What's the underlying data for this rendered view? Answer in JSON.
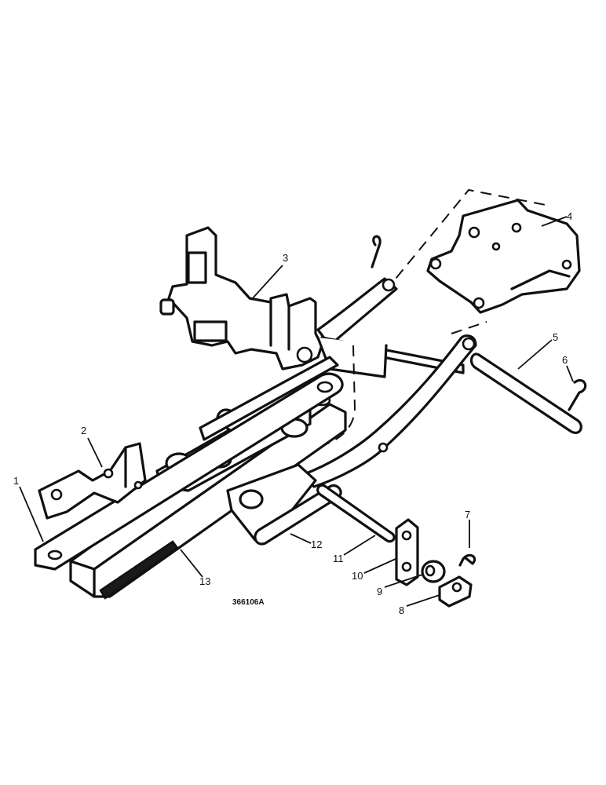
{
  "diagram": {
    "drawing_number": "366106A",
    "callouts": [
      "1",
      "2",
      "3",
      "4",
      "5",
      "6",
      "7",
      "8",
      "9",
      "10",
      "11",
      "12",
      "13"
    ]
  }
}
